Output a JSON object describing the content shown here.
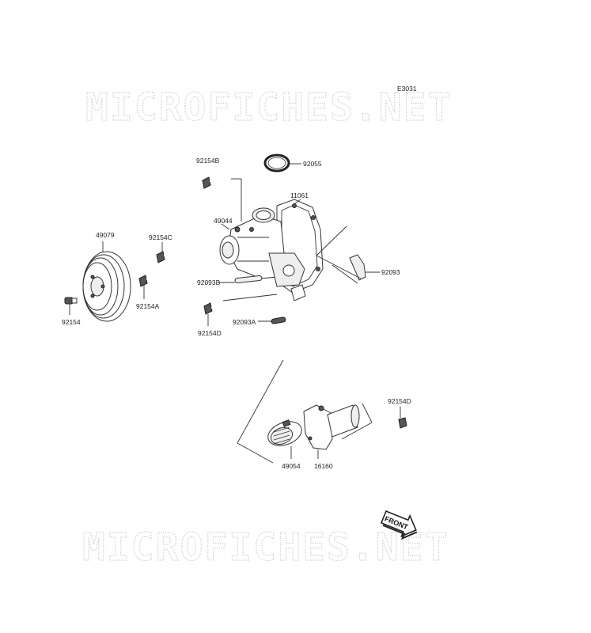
{
  "diagram_code": "E3031",
  "watermark": "MICROFICHES.NET",
  "front_label": "FRONT",
  "parts": [
    {
      "id": "p92055",
      "number": "92055"
    },
    {
      "id": "p92154b",
      "number": "92154B"
    },
    {
      "id": "p11061",
      "number": "11061"
    },
    {
      "id": "p49044",
      "number": "49044"
    },
    {
      "id": "p49079",
      "number": "49079"
    },
    {
      "id": "p92154c",
      "number": "92154C"
    },
    {
      "id": "p92093",
      "number": "92093"
    },
    {
      "id": "p92093b",
      "number": "92093B"
    },
    {
      "id": "p92154a",
      "number": "92154A"
    },
    {
      "id": "p92154",
      "number": "92154"
    },
    {
      "id": "p92093a",
      "number": "92093A"
    },
    {
      "id": "p92154d_upper",
      "number": "92154D"
    },
    {
      "id": "p92154d_lower",
      "number": "92154D"
    },
    {
      "id": "p49054",
      "number": "49054"
    },
    {
      "id": "p16160",
      "number": "16160"
    }
  ]
}
